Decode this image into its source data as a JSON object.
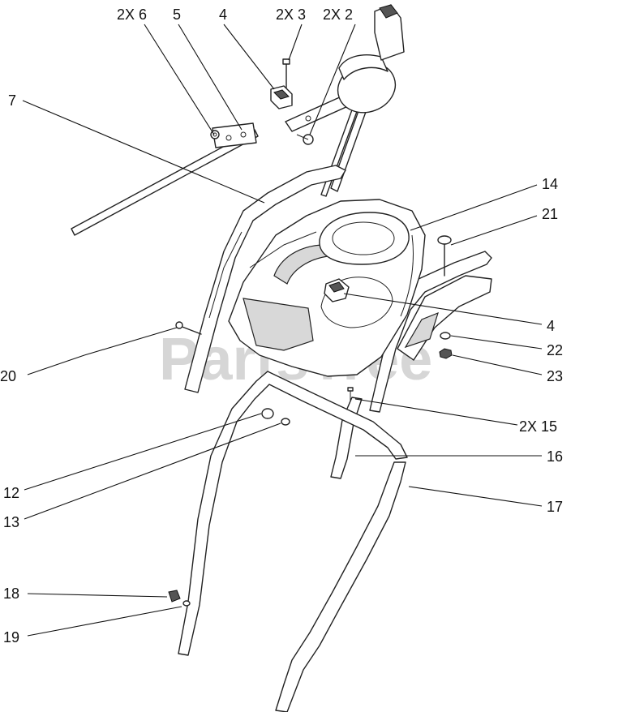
{
  "watermark": "PartsTree",
  "callouts": {
    "c_2x6": "2X 6",
    "c_5": "5",
    "c_4_top": "4",
    "c_2x3": "2X 3",
    "c_2x2": "2X 2",
    "c_7": "7",
    "c_14": "14",
    "c_21": "21",
    "c_20": "20",
    "c_4_mid": "4",
    "c_22": "22",
    "c_23": "23",
    "c_2x15": "2X 15",
    "c_16": "16",
    "c_17": "17",
    "c_12": "12",
    "c_13": "13",
    "c_18": "18",
    "c_19": "19"
  }
}
